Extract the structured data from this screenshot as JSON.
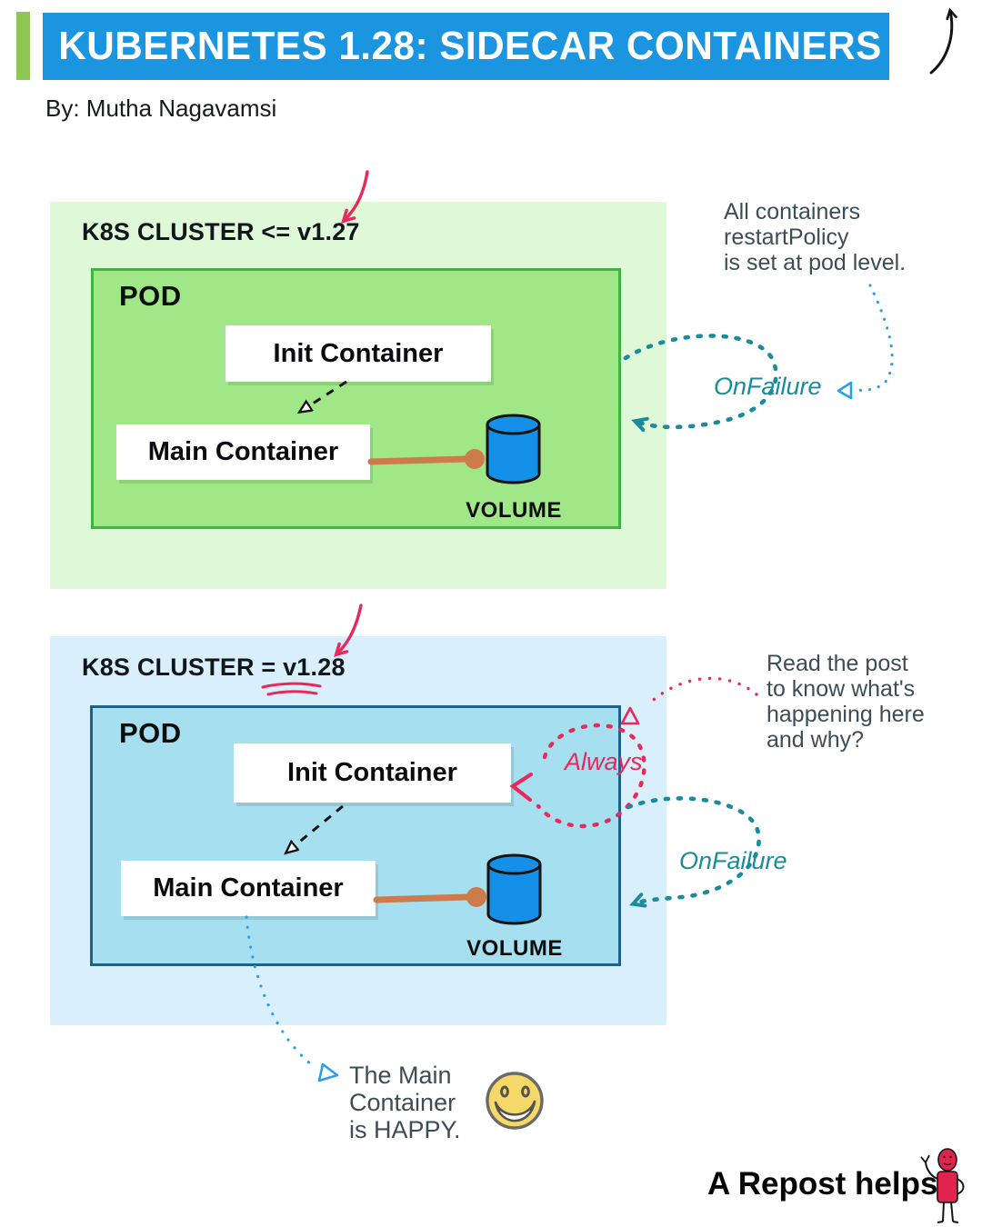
{
  "header": {
    "title": "KUBERNETES 1.28: SIDECAR CONTAINERS",
    "byline": "By: Mutha Nagavamsi"
  },
  "cluster_v127": {
    "title": "K8S CLUSTER <= v1.27",
    "pod_label": "POD",
    "init_container_label": "Init Container",
    "main_container_label": "Main Container",
    "volume_label": "VOLUME",
    "restart_policy_label": "OnFailure",
    "annotation_lines": [
      "All containers",
      "restartPolicy",
      "is set at pod level."
    ]
  },
  "cluster_v128": {
    "title": "K8S CLUSTER = v1.28",
    "pod_label": "POD",
    "init_container_label": "Init Container",
    "main_container_label": "Main Container",
    "volume_label": "VOLUME",
    "init_restart_policy_label": "Always",
    "main_restart_policy_label": "OnFailure",
    "annotation_lines": [
      "Read the post",
      "to know what's",
      "happening here",
      "and why?"
    ],
    "happy_note_lines": [
      "The Main",
      "Container",
      "is HAPPY."
    ]
  },
  "footer": {
    "repost_label": "A Repost helps"
  },
  "icons": {
    "header_arrow": "curved-up-arrow",
    "pointer_arrows": "hand-drawn-pink-arrow",
    "volume": "database-cylinder",
    "smiley": "happy-face",
    "repost_figure": "waving-stick-person"
  },
  "colors": {
    "banner_blue": "#1b95e0",
    "accent_green": "#8dc653",
    "cluster_v127_bg": "#dff9d8",
    "pod_v127_bg": "#a0e788",
    "pod_v127_border": "#3eb53e",
    "cluster_v128_bg": "#d9effb",
    "pod_v128_bg": "#a5dff0",
    "pod_v128_border": "#1f6288",
    "volume_blue": "#1590e8",
    "connector_orange": "#cd7b4b",
    "teal": "#1a8b9d",
    "pink": "#e8295a",
    "light_blue": "#2b9fe8",
    "annotation_gray": "#3d4d56",
    "smiley_yellow": "#f6d869"
  }
}
